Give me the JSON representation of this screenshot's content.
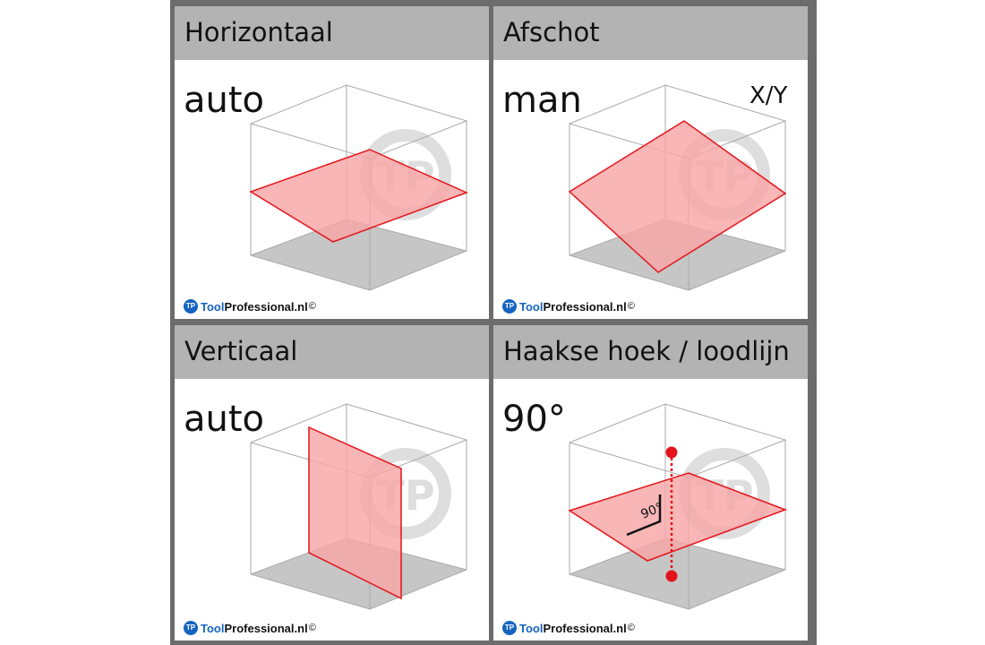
{
  "panels": [
    {
      "title": "Horizontaal",
      "mode": "auto"
    },
    {
      "title": "Afschot",
      "mode": "man",
      "axes": "X/Y"
    },
    {
      "title": "Verticaal",
      "mode": "auto"
    },
    {
      "title": "Haakse hoek / loodlijn",
      "mode": "90°",
      "angle_label": "90°"
    }
  ],
  "watermark": "TP",
  "branding": {
    "logo": "TP",
    "tool": "Tool",
    "rest": "Professional.nl",
    "copyright": "©"
  },
  "colors": {
    "laser": "#f7a6a6",
    "laser_edge": "#e4141b",
    "floor": "#c6c6c6",
    "header": "#b3b3b3",
    "brand": "#1565c0"
  }
}
